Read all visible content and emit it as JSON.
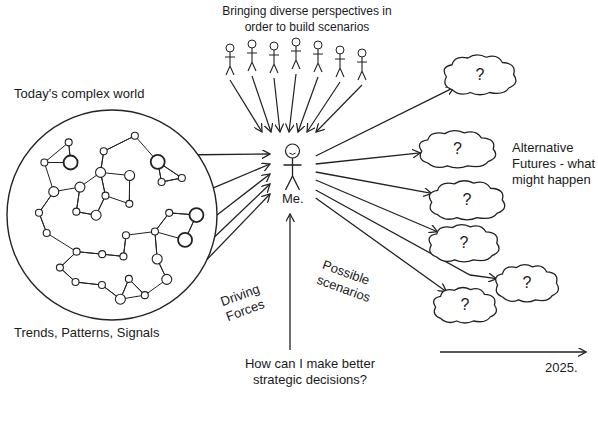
{
  "diagram": {
    "nodes": [
      {
        "text": [
          "Today's complex world",
          "Trends, Patterns, Signals"
        ]
      },
      {
        "text": [
          "Me."
        ]
      },
      {
        "text": [
          "?"
        ]
      },
      {
        "text": [
          "?"
        ]
      },
      {
        "text": [
          "?"
        ]
      },
      {
        "text": [
          "?"
        ]
      },
      {
        "text": [
          "?"
        ]
      },
      {
        "text": [
          "?"
        ]
      }
    ],
    "edges": [
      {
        "from": 0,
        "to": 1,
        "arrow": "to"
      },
      {
        "from": 0,
        "to": 1,
        "arrow": "to"
      },
      {
        "from": 0,
        "to": 1,
        "arrow": "to"
      },
      {
        "from": 0,
        "to": 1,
        "arrow": "to"
      },
      {
        "from": 0,
        "to": 1,
        "arrow": "to"
      },
      {
        "from": 1,
        "to": 2,
        "arrow": "to"
      },
      {
        "from": 1,
        "to": 3,
        "arrow": "to"
      },
      {
        "from": 1,
        "to": 4,
        "arrow": "to"
      },
      {
        "from": 1,
        "to": 5,
        "arrow": "to"
      },
      {
        "from": 1,
        "to": 6,
        "arrow": "to"
      },
      {
        "from": 1,
        "to": 7,
        "arrow": "to"
      }
    ],
    "labels": [
      "Bringing diverse perspectives in order to build scenarios",
      "Driving Forces",
      "Possible scenarios",
      "Alternative Futures - what might happen",
      "How can I make better strategic decisions?",
      "2025."
    ]
  }
}
